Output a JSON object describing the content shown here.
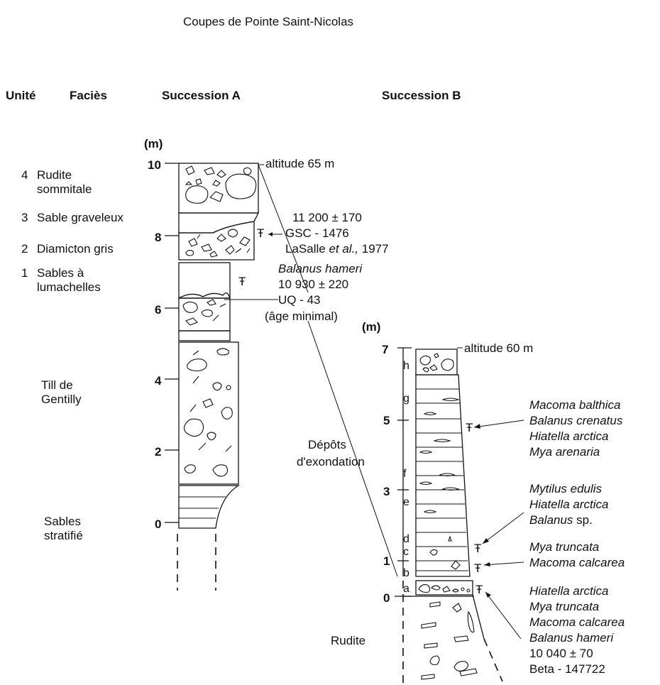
{
  "title": "Coupes de Pointe Saint-Nicolas",
  "headers": {
    "unite": "Unité",
    "facies": "Faciès",
    "succA": "Succession A",
    "succB": "Succession B"
  },
  "facies_list": [
    {
      "num": "4",
      "l1": "Rudite",
      "l2": "sommitale"
    },
    {
      "num": "3",
      "l1": "Sable graveleux",
      "l2": ""
    },
    {
      "num": "2",
      "l1": "Diamicton gris",
      "l2": ""
    },
    {
      "num": "1",
      "l1": "Sables à",
      "l2": "lumachelles"
    }
  ],
  "lower_facies": {
    "till": [
      "Till de",
      "Gentilly"
    ],
    "sables": [
      "Sables",
      "stratifié"
    ]
  },
  "succA": {
    "unit": "(m)",
    "ticks": [
      "10",
      "8",
      "6",
      "4",
      "2",
      "0"
    ],
    "altitude": "altitude 65 m",
    "date1": [
      "11 200 ± 170",
      "GSC - 1476",
      "LaSalle ",
      "et al.,",
      " 1977"
    ],
    "date2": [
      "Balanus hameri",
      "10 930 ± 220",
      "UQ - 43",
      "(âge minimal)"
    ]
  },
  "succB": {
    "unit": "(m)",
    "ticks": [
      "7",
      "5",
      "3",
      "1",
      "0"
    ],
    "altitude": "altitude 60 m",
    "letters": [
      "h",
      "g",
      "f",
      "e",
      "d",
      "c",
      "b",
      "a"
    ],
    "depots": [
      "Dépôts",
      "d'exondation"
    ],
    "rudite": "Rudite",
    "fauna1": [
      "Macoma balthica",
      "Balanus crenatus",
      "Hiatella arctica",
      "Mya arenaria"
    ],
    "fauna2": [
      "Mytilus edulis",
      "Hiatella arctica",
      "Balanus",
      " sp."
    ],
    "fauna3": [
      "Mya truncata",
      "Macoma calcarea"
    ],
    "fauna4": [
      "Hiatella arctica",
      "Mya truncata",
      "Macoma calcarea",
      "Balanus hameri",
      "10 040 ± 70",
      "Beta - 147722"
    ]
  },
  "sample_symbol": "Ŧ"
}
